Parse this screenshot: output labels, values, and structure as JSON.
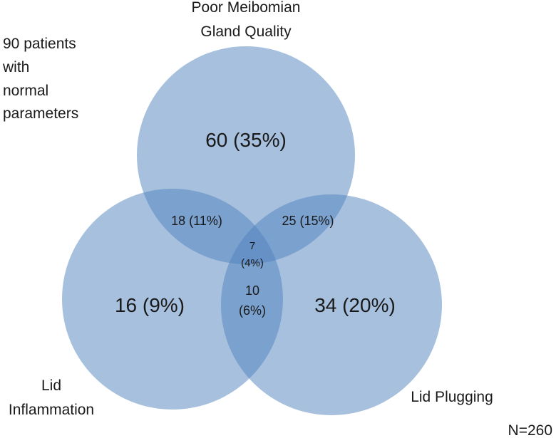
{
  "sets": {
    "top_line1": "Poor Meibomian",
    "top_line2": "Gland Quality",
    "left_line1": "Lid",
    "left_line2": "Inflammation",
    "right": "Lid Plugging"
  },
  "note": {
    "line1": "90 patients",
    "line2": "with",
    "line3": "normal",
    "line4": "parameters"
  },
  "regions": {
    "top_only": "60 (35%)",
    "left_only": "16 (9%)",
    "right_only": "34 (20%)",
    "top_left": "18 (11%)",
    "top_right": "25 (15%)",
    "left_right_count": "10",
    "left_right_pct": "(6%)",
    "all_count": "7",
    "all_pct": "(4%)"
  },
  "total": "N=260",
  "colors": {
    "circle_fill": "#4f81bd",
    "text": "#1a1a1a"
  }
}
